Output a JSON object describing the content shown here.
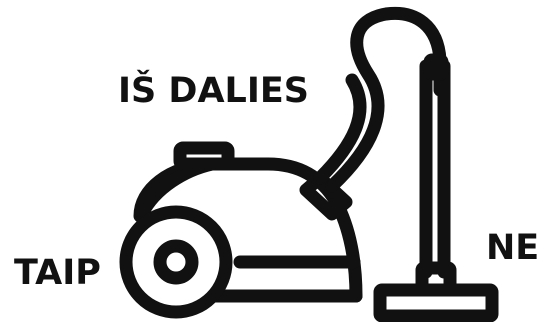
{
  "labels": {
    "partial": "IŠ DALIES",
    "yes": "TAIP",
    "no": "NE"
  },
  "colors": {
    "stroke": "#111111",
    "background": "#ffffff"
  },
  "icons": {
    "main": "vacuum-cleaner-icon"
  }
}
